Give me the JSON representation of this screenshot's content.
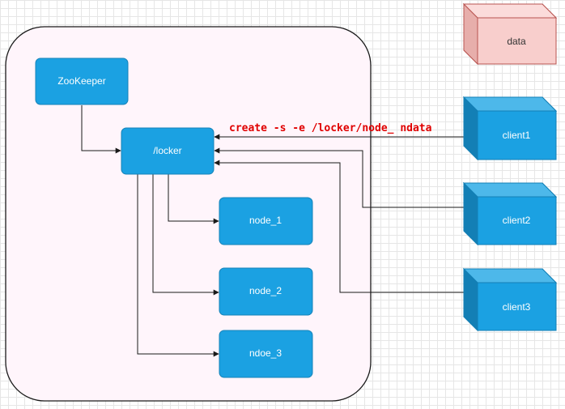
{
  "colors": {
    "container_fill": "#fff5fb",
    "container_stroke": "#1a1a1a",
    "box_fill": "#1ba1e2",
    "box_stroke": "#1582b8",
    "cube_top": "#4db8ea",
    "cube_side": "#137fb5",
    "data_fill": "#f8cecc",
    "data_side": "#e7aeab",
    "data_stroke": "#b85450",
    "command_text": "#e00000",
    "edge": "#1a1a1a"
  },
  "nodes": {
    "zookeeper": "ZooKeeper",
    "locker": "/locker",
    "node_1": "node_1",
    "node_2": "node_2",
    "ndoe_3": "ndoe_3"
  },
  "clients": {
    "client1": "client1",
    "client2": "client2",
    "client3": "client3"
  },
  "data_block": "data",
  "command": "create -s -e /locker/node_ ndata"
}
